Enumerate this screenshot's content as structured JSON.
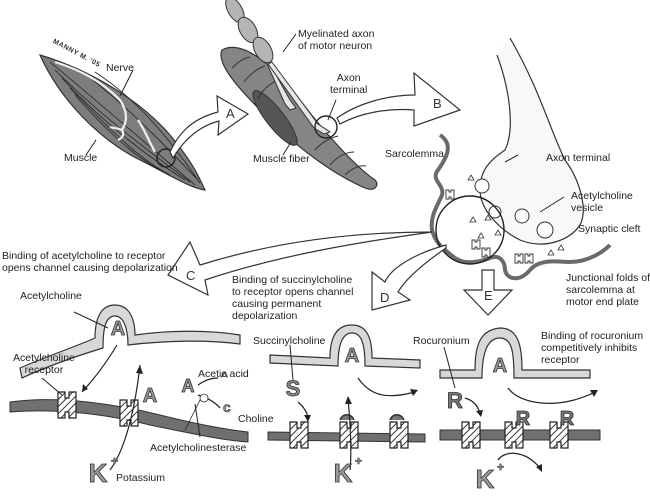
{
  "diagram": {
    "signature": "MANNY M. '05",
    "panel_arrows": [
      "A",
      "B",
      "C",
      "D",
      "E"
    ],
    "labels": {
      "nerve": "Nerve",
      "muscle": "Muscle",
      "myelinated_axon": "Myelinated axon\nof motor neuron",
      "axon_terminal_small": "Axon\nterminal",
      "muscle_fiber": "Muscle fiber",
      "sarcolemma": "Sarcolemma",
      "axon_terminal": "Axon terminal",
      "ach_vesicle": "Acetylcholine\nvesicle",
      "synaptic_cleft": "Synaptic cleft",
      "junctional_folds": "Junctional folds of\nsarcolemma at\nmotor end plate",
      "caption_c": "Binding of acetylcholine to receptor\nopens channel causing depolarization",
      "caption_d": "Binding of succinylcholine\nto receptor opens channel\ncausing permanent\ndepolarization",
      "caption_e": "Binding of rocuronium\ncompetitively inhibits\nreceptor",
      "acetylcholine": "Acetylcholine",
      "ach_receptor": "Acetylcholine\nreceptor",
      "acetic_acid": "Acetic acid",
      "choline": "Choline",
      "acetylcholinesterase": "Acetylcholinesterase",
      "potassium": "Potassium",
      "succinylcholine": "Succinylcholine",
      "rocuronium": "Rocuronium"
    },
    "glyphs": {
      "ach": "A",
      "succ": "S",
      "roc": "R",
      "k": "K",
      "plus": "+"
    },
    "colors": {
      "ink": "#2a2a2a",
      "muscle_fill": "#7a7a7a",
      "fiber_fill": "#858585",
      "membrane_fill": "#d8d8d8",
      "sarcolemma_band": "#6e6e6e",
      "axon_fill": "#bdbdbd"
    }
  }
}
